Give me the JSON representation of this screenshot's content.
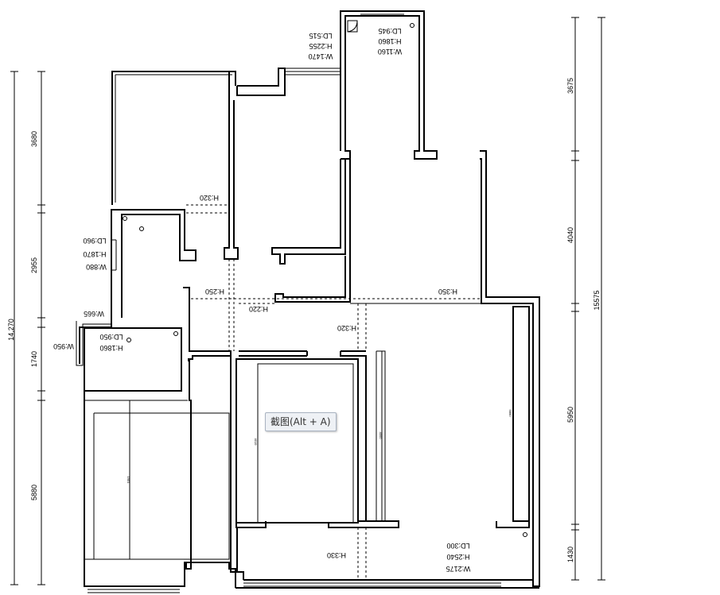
{
  "tooltip": {
    "text": "截图(Alt + A)"
  },
  "left_dimensions": {
    "total": "14,270",
    "segments": [
      "3680",
      "2955",
      "1740",
      "5880"
    ]
  },
  "right_dimensions": {
    "total": "15575",
    "segments": [
      "3675",
      "4040",
      "5950",
      "1430"
    ]
  },
  "window_labels": {
    "top_corridor": {
      "w": "W:1470",
      "h": "H:2255",
      "ld": "LD:515"
    },
    "top_room": {
      "w": "W:1160",
      "h": "H:1860",
      "ld": "LD:945"
    },
    "left_mid": {
      "ld": "LD:960",
      "h": "H:1870",
      "w": "W:880"
    },
    "left_bay": {
      "w": "W:665",
      "w2": "W:950",
      "ld": "LD:950",
      "h": "H:1860"
    },
    "bottom": {
      "ld": "LD:300",
      "h": "H:2540",
      "w": "W:2175"
    }
  },
  "opening_labels": {
    "h320_top": "H:320",
    "h250": "H:250",
    "h350": "H:350",
    "h220": "H:220",
    "h320_mid": "H:320",
    "h330": "H:330"
  },
  "room_labels": {
    "bed_left": "1901",
    "bed_mid": "4019",
    "bed_center": "4000",
    "bed_right": "5860"
  }
}
